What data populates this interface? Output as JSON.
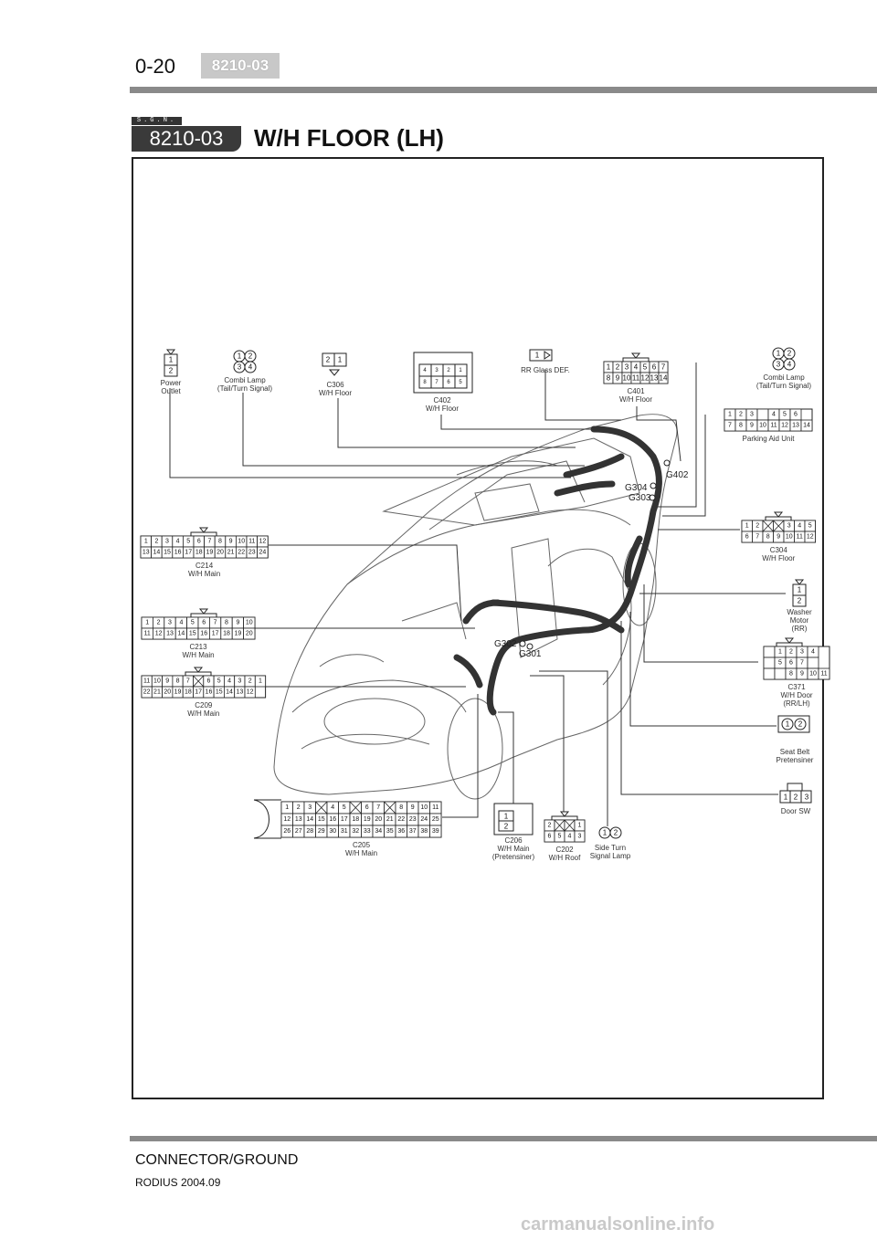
{
  "header": {
    "page_number": "0-20",
    "code_tab": "8210-03"
  },
  "section": {
    "sgn": "S.G.N.",
    "code": "8210-03",
    "title": "W/H FLOOR (LH)"
  },
  "connectors": {
    "power_outlet": {
      "pins": [
        "1",
        "2"
      ],
      "name": "Power",
      "desc": "Outlet"
    },
    "combi_lamp_left": {
      "pins": [
        "1",
        "2",
        "3",
        "4"
      ],
      "name": "Combi Lamp",
      "desc": "(Tail/Turn Signal)"
    },
    "c306": {
      "pins": [
        "2",
        "1"
      ],
      "id": "C306",
      "desc": "W/H Floor"
    },
    "c402": {
      "pins": [
        "4",
        "3",
        "2",
        "1",
        "8",
        "7",
        "6",
        "5"
      ],
      "id": "C402",
      "desc": "W/H Floor"
    },
    "rr_glass": {
      "pins": [
        "1"
      ],
      "name": "RR Glass DEF."
    },
    "c401": {
      "pins": [
        "1",
        "2",
        "3",
        "4",
        "5",
        "6",
        "7",
        "8",
        "9",
        "10",
        "11",
        "12",
        "13",
        "14"
      ],
      "id": "C401",
      "desc": "W/H Floor"
    },
    "combi_lamp_right": {
      "pins": [
        "1",
        "2",
        "3",
        "4"
      ],
      "name": "Combi Lamp",
      "desc": "(Tail/Turn Signal)"
    },
    "parking_aid": {
      "pins": [
        "1",
        "2",
        "3",
        "4",
        "5",
        "6",
        "7",
        "8",
        "9",
        "10",
        "11",
        "12",
        "13",
        "14"
      ],
      "name": "Parking Aid Unit"
    },
    "c214": {
      "pins": [
        "1",
        "2",
        "3",
        "4",
        "5",
        "6",
        "7",
        "8",
        "9",
        "10",
        "11",
        "12",
        "13",
        "14",
        "15",
        "16",
        "17",
        "18",
        "19",
        "20",
        "21",
        "22",
        "23",
        "24"
      ],
      "id": "C214",
      "desc": "W/H Main"
    },
    "c304": {
      "pins": [
        "1",
        "2",
        "3",
        "4",
        "5",
        "6",
        "7",
        "8",
        "9",
        "10",
        "11",
        "12"
      ],
      "id": "C304",
      "desc": "W/H Floor"
    },
    "washer_motor": {
      "pins": [
        "1",
        "2"
      ],
      "name": "Washer",
      "desc1": "Motor",
      "desc2": "(RR)"
    },
    "c213": {
      "pins": [
        "1",
        "2",
        "3",
        "4",
        "5",
        "6",
        "7",
        "8",
        "9",
        "10",
        "11",
        "12",
        "13",
        "14",
        "15",
        "16",
        "17",
        "18",
        "19",
        "20"
      ],
      "id": "C213",
      "desc": "W/H Main"
    },
    "c371": {
      "pins": [
        "1",
        "2",
        "3",
        "4",
        "5",
        "6",
        "7",
        "8",
        "9",
        "10",
        "11"
      ],
      "id": "C371",
      "desc1": "W/H Door",
      "desc2": "(RR/LH)"
    },
    "c209": {
      "pins": [
        "11",
        "10",
        "9",
        "8",
        "7",
        "6",
        "5",
        "4",
        "3",
        "2",
        "1",
        "22",
        "21",
        "20",
        "19",
        "18",
        "17",
        "16",
        "15",
        "14",
        "13",
        "12"
      ],
      "id": "C209",
      "desc": "W/H Main"
    },
    "seat_belt": {
      "pins": [
        "1",
        "2"
      ],
      "name": "Seat Belt",
      "desc": "Pretensiner"
    },
    "door_sw": {
      "pins": [
        "1",
        "2",
        "3"
      ],
      "name": "Door SW"
    },
    "c205": {
      "row1": [
        "1",
        "2",
        "3",
        "",
        "4",
        "5",
        "",
        "6",
        "7",
        "",
        "8",
        "9",
        "10",
        "11"
      ],
      "row2": [
        "12",
        "13",
        "14",
        "15",
        "16",
        "17",
        "18",
        "19",
        "20",
        "21",
        "22",
        "23",
        "24",
        "25"
      ],
      "row3": [
        "26",
        "27",
        "28",
        "29",
        "30",
        "31",
        "32",
        "33",
        "34",
        "35",
        "36",
        "37",
        "38",
        "39"
      ],
      "id": "C205",
      "desc": "W/H Main"
    },
    "c206": {
      "pins": [
        "1",
        "2"
      ],
      "id": "C206",
      "desc1": "W/H Main",
      "desc2": "(Pretensiner)"
    },
    "c202": {
      "pins": [
        "2",
        "1",
        "6",
        "5",
        "4",
        "3"
      ],
      "id": "C202",
      "desc": "W/H Roof"
    },
    "side_turn": {
      "pins": [
        "1",
        "2"
      ],
      "name": "Side Turn",
      "desc": "Signal Lamp"
    }
  },
  "grounds": {
    "g402": "G402",
    "g304": "G304",
    "g303": "G303",
    "g302": "G302",
    "g301": "G301"
  },
  "footer": {
    "section_name": "CONNECTOR/GROUND",
    "model": "RODIUS 2004.09"
  },
  "watermark": "carmanualsonline.info"
}
